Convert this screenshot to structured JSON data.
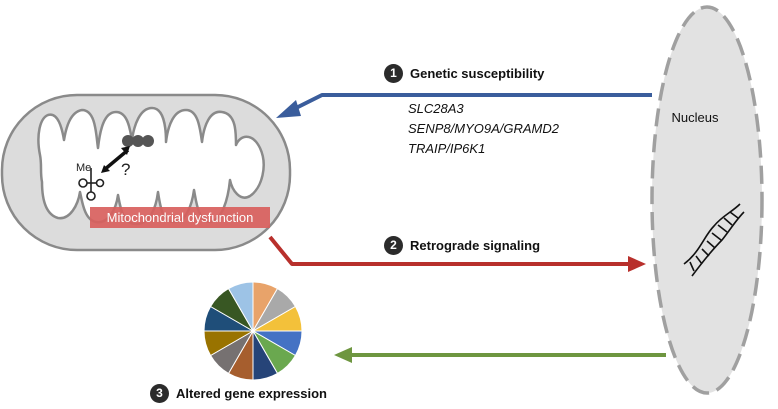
{
  "steps": [
    {
      "number": "1",
      "label": "Genetic susceptibility",
      "color": "#3a5d9c"
    },
    {
      "number": "2",
      "label": "Retrograde  signaling",
      "color": "#b8302c"
    },
    {
      "number": "3",
      "label": "Altered gene expression",
      "color": "#6e9640"
    }
  ],
  "genes": [
    "SLC28A3",
    "SENP8/MYO9A/GRAMD2",
    "TRAIP/IP6K1"
  ],
  "nucleus": {
    "label": "Nucleus"
  },
  "mitochondrion": {
    "dysfunction_label": "Mitochondrial dysfunction",
    "methyl_label": "Me",
    "question_mark": "?"
  },
  "colors": {
    "membrane_fill": "#dcdcdc",
    "membrane_stroke": "#8a8a8a",
    "dysfunction_bg": "#d9605e"
  },
  "pie_slices": [
    {
      "color": "#e8a36a"
    },
    {
      "color": "#a9a9a9"
    },
    {
      "color": "#f3c13a"
    },
    {
      "color": "#4472c4"
    },
    {
      "color": "#6aa84f"
    },
    {
      "color": "#264478"
    },
    {
      "color": "#a65e2e"
    },
    {
      "color": "#767171"
    },
    {
      "color": "#997300"
    },
    {
      "color": "#1f4e79"
    },
    {
      "color": "#385723"
    },
    {
      "color": "#9dc3e6"
    }
  ]
}
